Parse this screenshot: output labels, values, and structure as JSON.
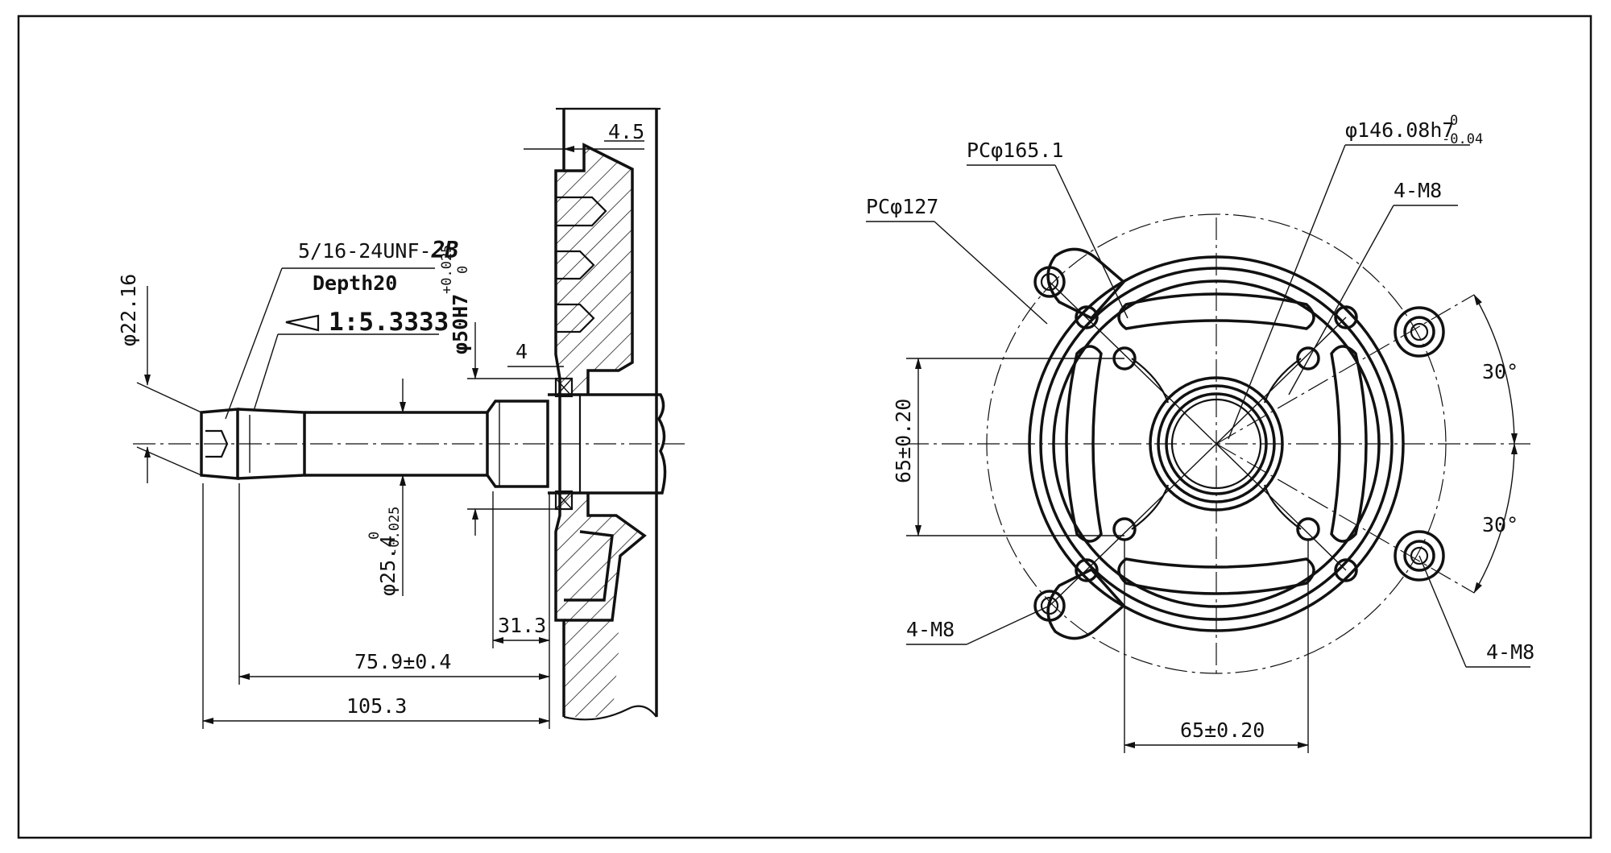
{
  "shaft_view": {
    "thread_spec": "5/16-24UNF-",
    "thread_class": "2B",
    "thread_depth": "Depth20",
    "taper_ratio": "1:5.3333",
    "tip_diameter": "φ22.16",
    "bore_diameter_base": "φ50H7",
    "bore_tol_upper": "+0.025",
    "bore_tol_lower": "0",
    "shaft_diameter_base": "φ25.4",
    "shaft_tol_upper": "0",
    "shaft_tol_lower": "-0.025",
    "flange_thickness": "4.5",
    "step_length": "4",
    "shoulder_length": "31.3",
    "taper_to_face": "75.9±0.4",
    "overall_length": "105.3"
  },
  "flange_view": {
    "pitch_circle_large": "PCφ165.1",
    "pitch_circle_small": "PCφ127",
    "pilot_diameter_base": "φ146.08h7",
    "pilot_tol_upper": "0",
    "pilot_tol_lower": "-0.04",
    "thread_holes_top_right": "4-M8",
    "thread_holes_bottom_left": "4-M8",
    "thread_holes_bottom_right": "4-M8",
    "angle_upper": "30°",
    "angle_lower": "30°",
    "vertical_spacing": "65±0.20",
    "horizontal_spacing": "65±0.20"
  }
}
